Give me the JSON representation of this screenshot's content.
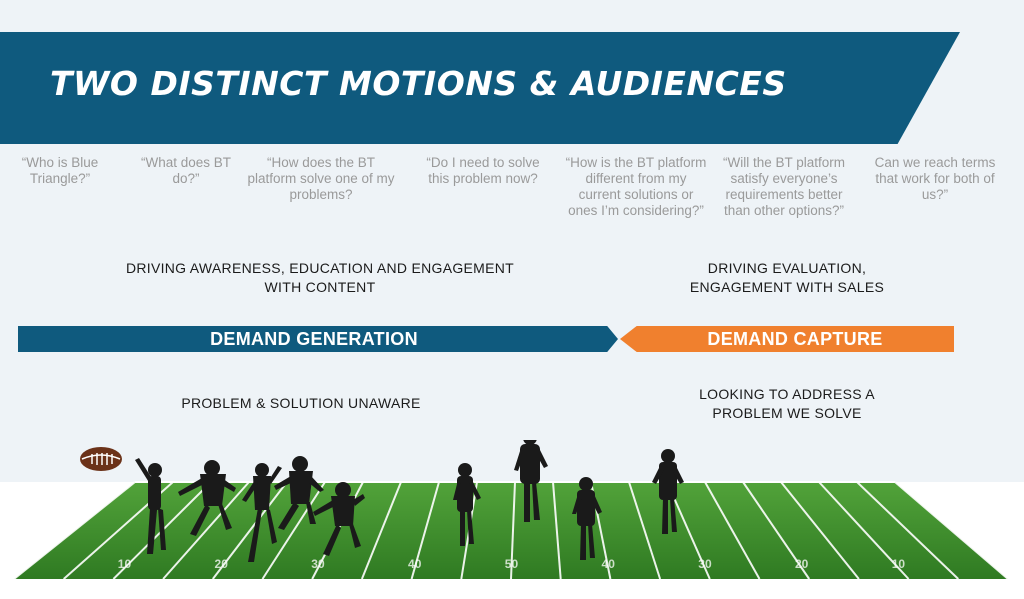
{
  "title": "TWO DISTINCT MOTIONS & AUDIENCES",
  "questions": [
    "“Who is Blue Triangle?”",
    "“What does BT do?”",
    "“How does the BT platform solve one of my problems?",
    "“Do I need to solve this problem now?",
    "“How is the BT platform different from my current solutions or ones I’m considering?”",
    "“Will the BT platform satisfy everyone’s requirements better than other options?”",
    "Can we reach terms that work for both of us?”"
  ],
  "demand_generation": {
    "driving": "DRIVING AWARENESS, EDUCATION AND ENGAGEMENT WITH CONTENT",
    "label": "DEMAND GENERATION",
    "audience": "PROBLEM & SOLUTION UNAWARE",
    "color": "#0f5a7e"
  },
  "demand_capture": {
    "driving": "DRIVING EVALUATION, ENGAGEMENT WITH SALES",
    "label": "DEMAND CAPTURE",
    "audience": "LOOKING TO ADDRESS A PROBLEM WE SOLVE",
    "color": "#f0802e"
  },
  "field": {
    "yard_numbers": [
      "10",
      "20",
      "30",
      "40",
      "50",
      "40",
      "30",
      "20",
      "10"
    ],
    "grass_color": "#3f8f2a"
  }
}
